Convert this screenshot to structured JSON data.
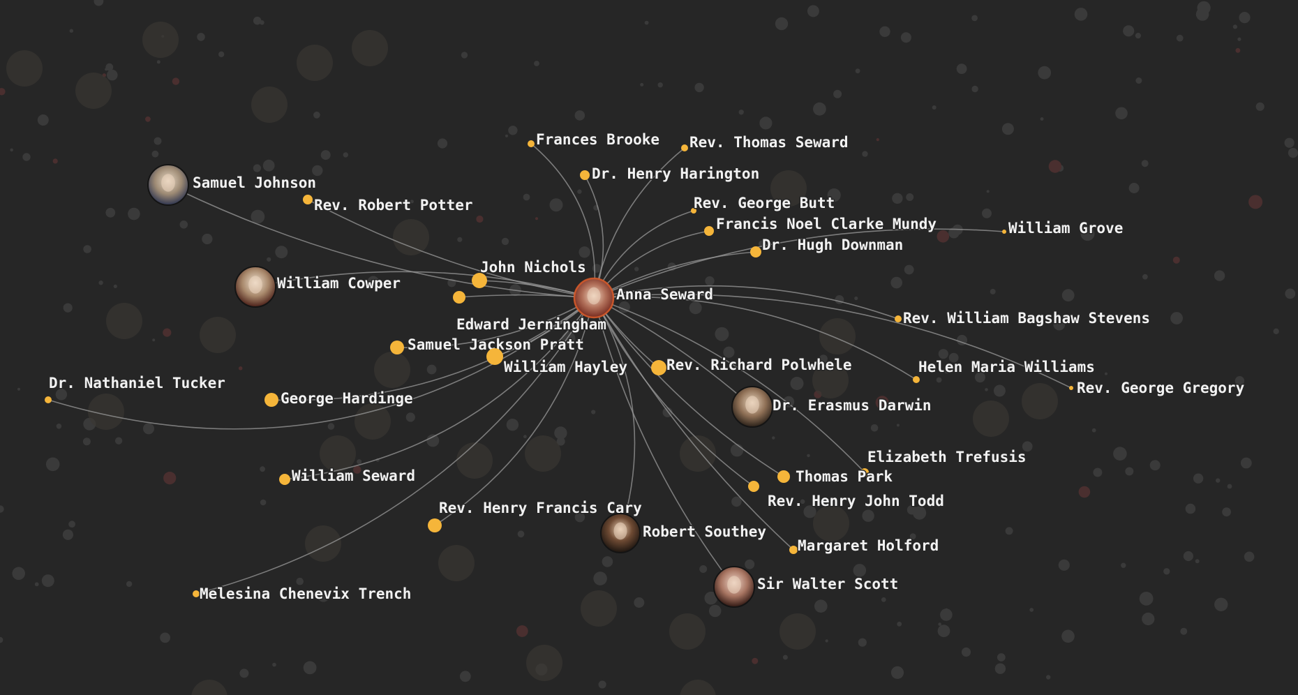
{
  "network": {
    "center": {
      "id": "anna-seward",
      "label": "Anna Seward",
      "kind": "portrait"
    },
    "nodes": [
      {
        "id": "frances-brooke",
        "label": "Frances Brooke",
        "kind": "dot",
        "size": 5
      },
      {
        "id": "rev-thomas-seward",
        "label": "Rev. Thomas Seward",
        "kind": "dot",
        "size": 5
      },
      {
        "id": "dr-henry-harington",
        "label": "Dr. Henry Harington",
        "kind": "dot",
        "size": 7
      },
      {
        "id": "samuel-johnson",
        "label": "Samuel Johnson",
        "kind": "portrait"
      },
      {
        "id": "rev-robert-potter",
        "label": "Rev. Robert Potter",
        "kind": "dot",
        "size": 7
      },
      {
        "id": "rev-george-butt",
        "label": "Rev. George Butt",
        "kind": "dot",
        "size": 4
      },
      {
        "id": "francis-noel-clarke-mundy",
        "label": "Francis Noel Clarke Mundy",
        "kind": "dot",
        "size": 7
      },
      {
        "id": "william-grove",
        "label": "William Grove",
        "kind": "dot",
        "size": 3
      },
      {
        "id": "dr-hugh-downman",
        "label": "Dr. Hugh Downman",
        "kind": "dot",
        "size": 8
      },
      {
        "id": "john-nichols",
        "label": "John Nichols",
        "kind": "dot",
        "size": 11
      },
      {
        "id": "william-cowper",
        "label": "William Cowper",
        "kind": "portrait"
      },
      {
        "id": "edward-jerningham",
        "label": "Edward Jerningham",
        "kind": "dot",
        "size": 9
      },
      {
        "id": "rev-william-bagshaw-stevens",
        "label": "Rev. William Bagshaw Stevens",
        "kind": "dot",
        "size": 5
      },
      {
        "id": "samuel-jackson-pratt",
        "label": "Samuel Jackson Pratt",
        "kind": "dot",
        "size": 10
      },
      {
        "id": "william-hayley",
        "label": "William Hayley",
        "kind": "dot",
        "size": 12
      },
      {
        "id": "rev-richard-polwhele",
        "label": "Rev. Richard Polwhele",
        "kind": "dot",
        "size": 11
      },
      {
        "id": "helen-maria-williams",
        "label": "Helen Maria Williams",
        "kind": "dot",
        "size": 5
      },
      {
        "id": "rev-george-gregory",
        "label": "Rev. George Gregory",
        "kind": "dot",
        "size": 3
      },
      {
        "id": "dr-nathaniel-tucker",
        "label": "Dr. Nathaniel Tucker",
        "kind": "dot",
        "size": 5
      },
      {
        "id": "george-hardinge",
        "label": "George Hardinge",
        "kind": "dot",
        "size": 10
      },
      {
        "id": "dr-erasmus-darwin",
        "label": "Dr. Erasmus Darwin",
        "kind": "portrait"
      },
      {
        "id": "elizabeth-trefusis",
        "label": "Elizabeth Trefusis",
        "kind": "dot",
        "size": 6
      },
      {
        "id": "william-seward",
        "label": "William Seward",
        "kind": "dot",
        "size": 8
      },
      {
        "id": "thomas-park",
        "label": "Thomas Park",
        "kind": "dot",
        "size": 9
      },
      {
        "id": "rev-henry-john-todd",
        "label": "Rev. Henry John Todd",
        "kind": "dot",
        "size": 8
      },
      {
        "id": "rev-henry-francis-cary",
        "label": "Rev. Henry Francis Cary",
        "kind": "dot",
        "size": 10
      },
      {
        "id": "robert-southey",
        "label": "Robert Southey",
        "kind": "portrait"
      },
      {
        "id": "margaret-holford",
        "label": "Margaret Holford",
        "kind": "dot",
        "size": 6
      },
      {
        "id": "sir-walter-scott",
        "label": "Sir Walter Scott",
        "kind": "portrait"
      },
      {
        "id": "melesina-chenevix-trench",
        "label": "Melesina Chenevix Trench",
        "kind": "dot",
        "size": 5
      }
    ]
  },
  "colors": {
    "background": "#262626",
    "node": "#f5b53a",
    "edge": "#9a9a9a",
    "label": "#f2f2f2"
  }
}
